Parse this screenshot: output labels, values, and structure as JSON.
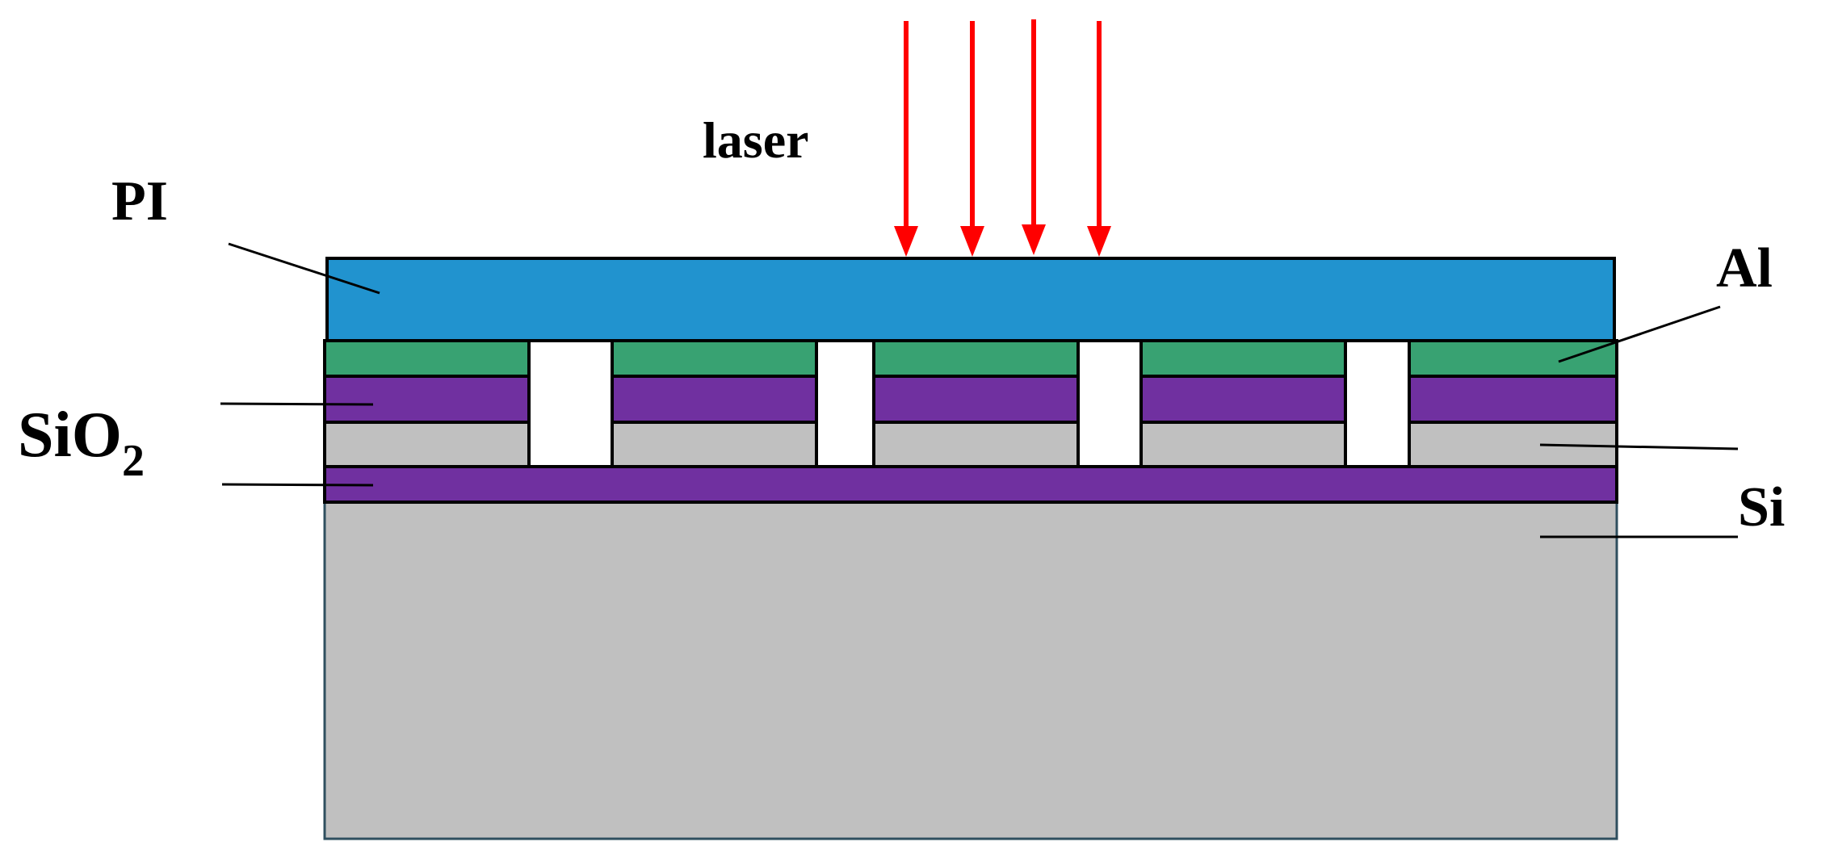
{
  "labels": {
    "laser": "laser",
    "pi": "PI",
    "al": "Al",
    "sio2_main": "SiO",
    "sio2_sub": "2",
    "si": "Si"
  },
  "colors": {
    "pi": "#2193cf",
    "al": "#38a272",
    "sio2": "#7030a0",
    "si": "#c0c0c0",
    "laser": "#ff0000",
    "gap": "#ffffff",
    "outline": "#000000"
  },
  "laser_beam_count": 4,
  "gap_count": 4
}
